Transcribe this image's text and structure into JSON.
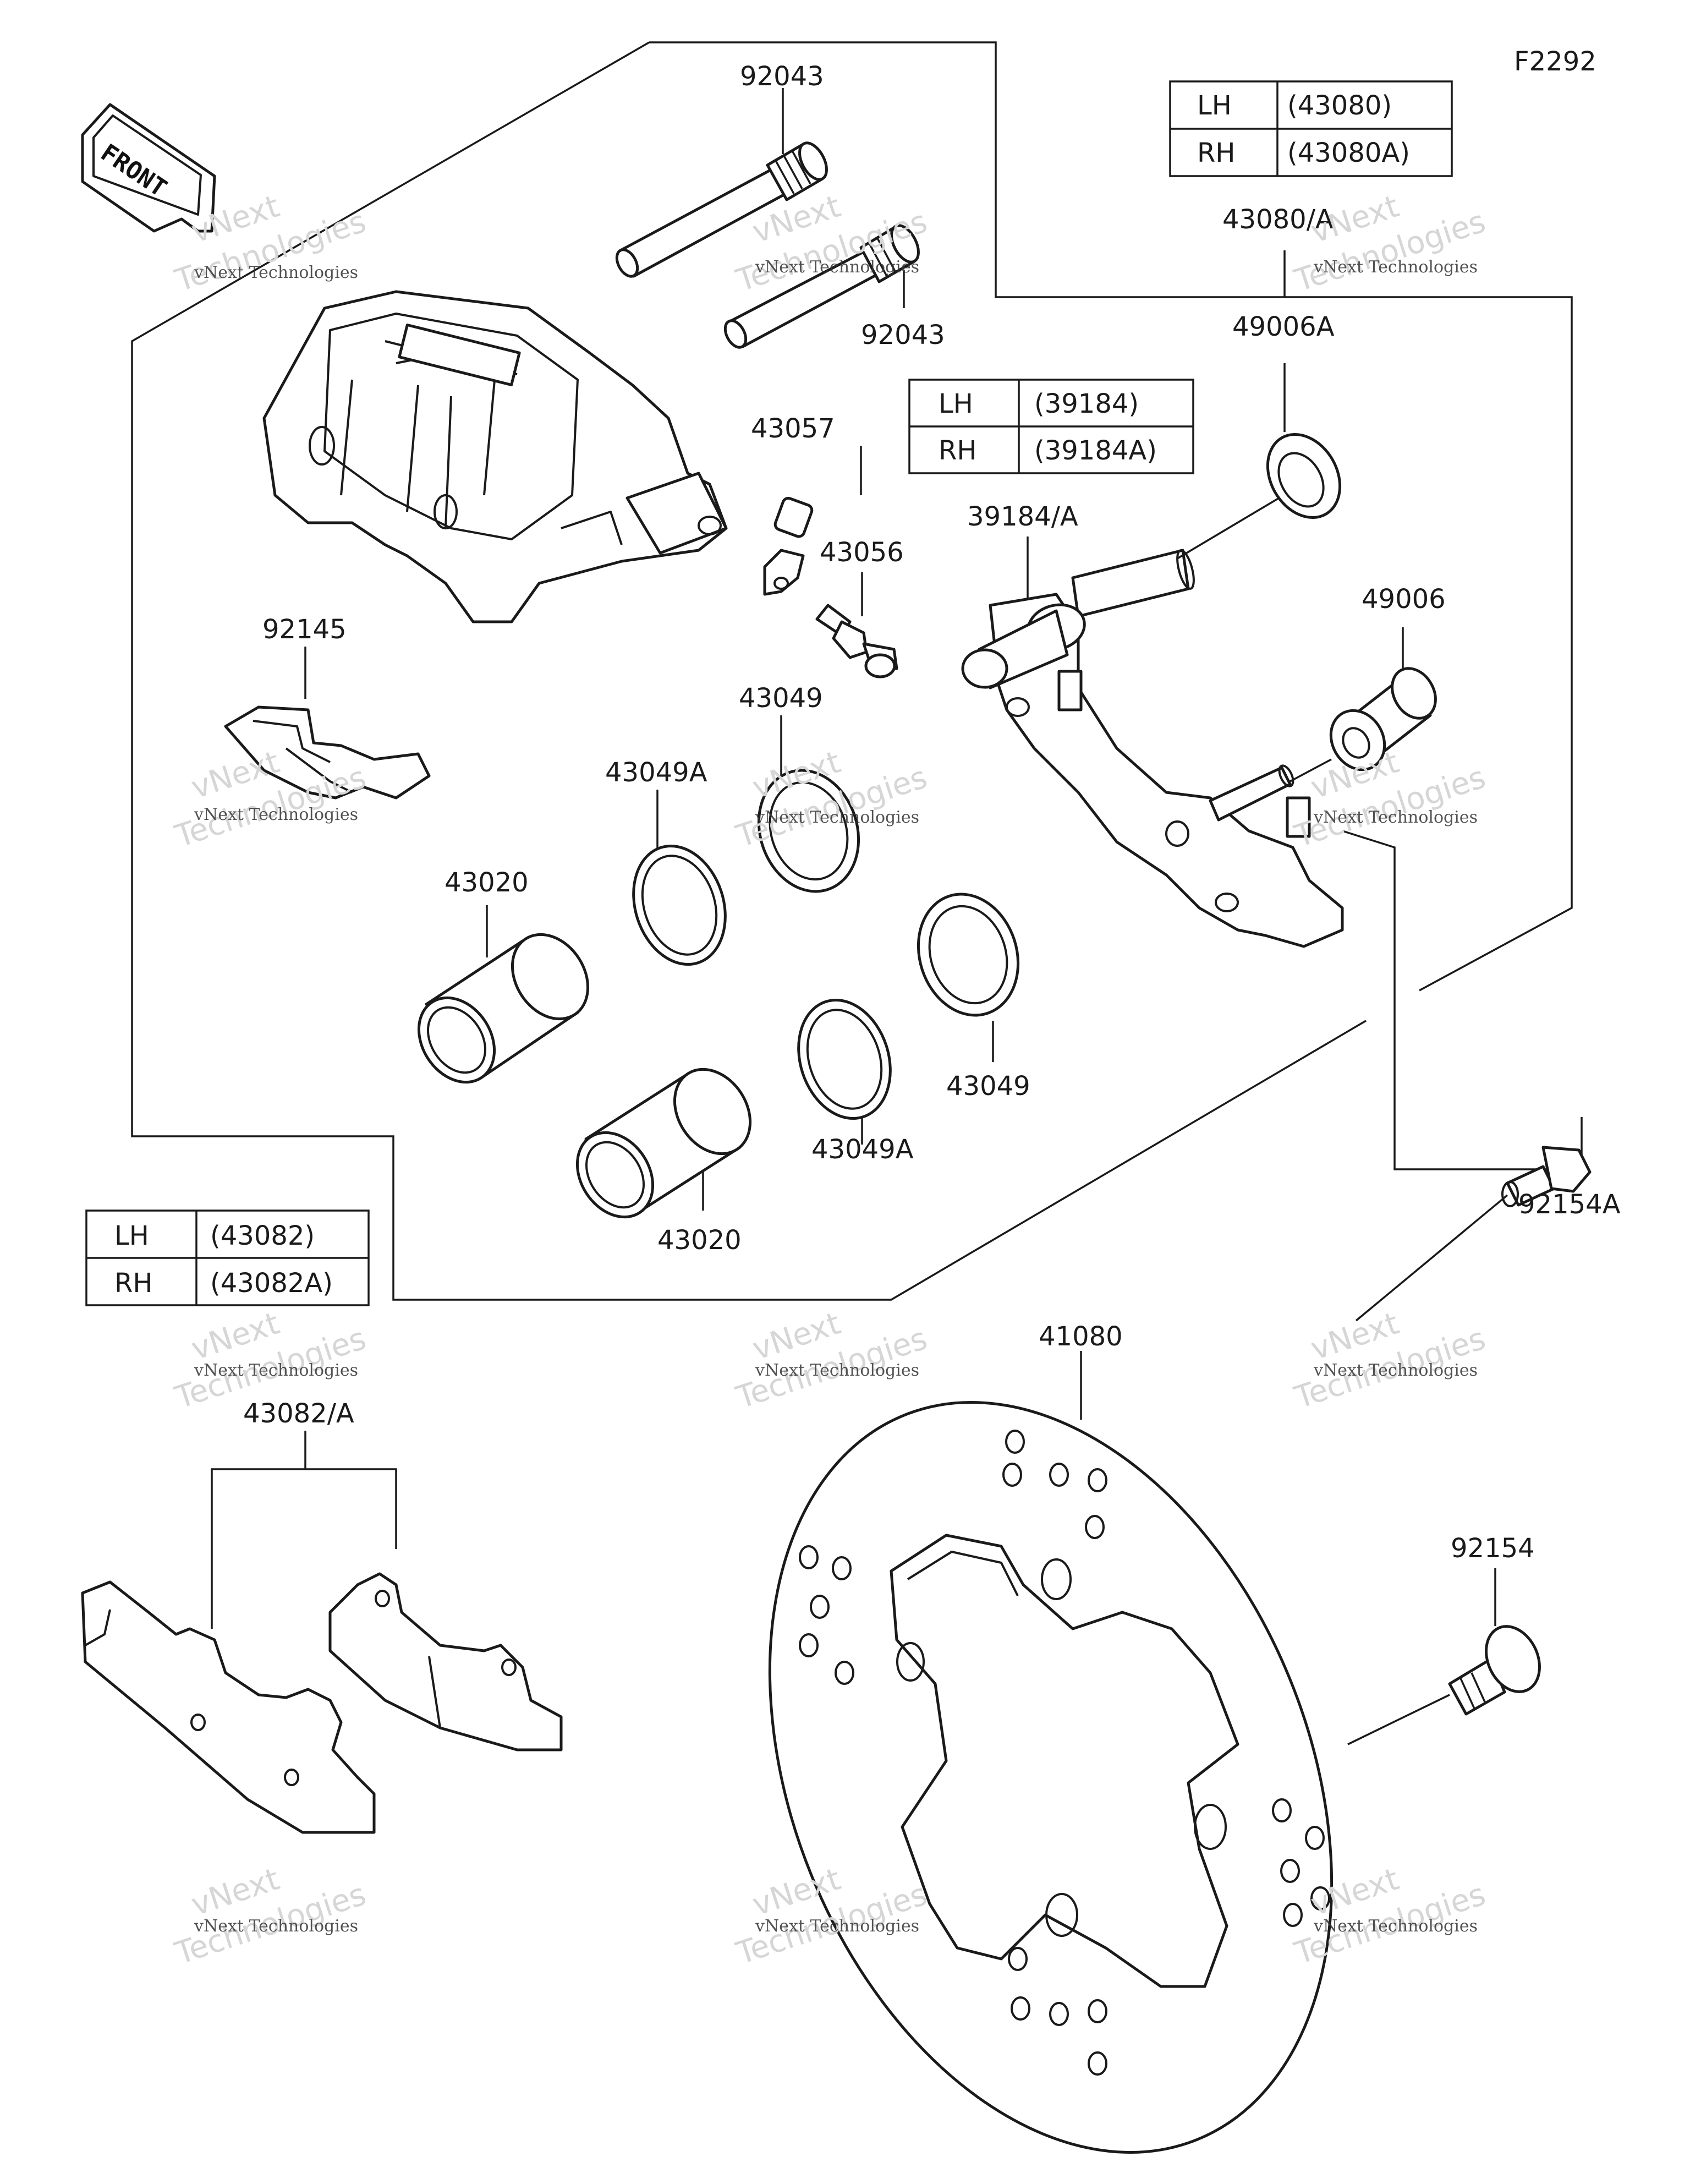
{
  "figure_code": "F2292",
  "front_label": "FRONT",
  "tables": [
    {
      "id": "caliper-assy",
      "rows": [
        {
          "side": "LH",
          "part": "(43080)"
        },
        {
          "side": "RH",
          "part": "(43080A)"
        }
      ]
    },
    {
      "id": "bracket",
      "rows": [
        {
          "side": "LH",
          "part": "(39184)"
        },
        {
          "side": "RH",
          "part": "(39184A)"
        }
      ]
    },
    {
      "id": "pad-assy",
      "rows": [
        {
          "side": "LH",
          "part": "(43082)"
        },
        {
          "side": "RH",
          "part": "(43082A)"
        }
      ]
    }
  ],
  "part_labels": [
    "92043",
    "92043",
    "43080/A",
    "49006A",
    "43057",
    "43056",
    "39184/A",
    "49006",
    "92145",
    "43049",
    "43049A",
    "43020",
    "43049",
    "43049A",
    "43020",
    "92154A",
    "41080",
    "43082/A",
    "92154"
  ],
  "watermark": {
    "line1": "vNext Technologies",
    "line2": "vNext",
    "line3": "Technologies"
  }
}
